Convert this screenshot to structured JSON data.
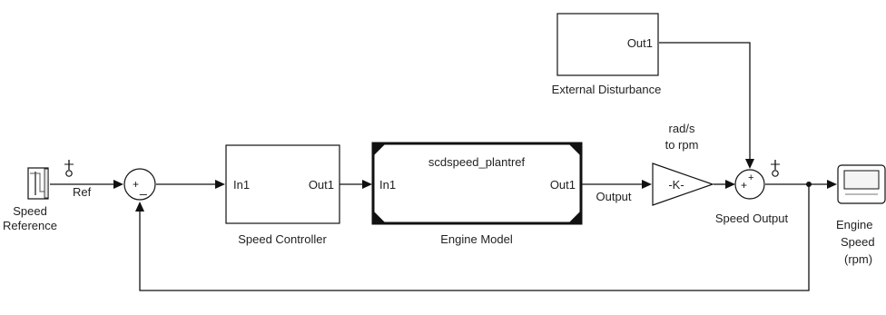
{
  "diagram": {
    "blocks": {
      "speed_reference": {
        "label_line1": "Speed",
        "label_line2": "Reference",
        "port_label": "Ref"
      },
      "sum_left": {
        "signs": "+-"
      },
      "speed_controller": {
        "label": "Speed Controller",
        "in_port": "In1",
        "out_port": "Out1"
      },
      "engine_model": {
        "label": "Engine Model",
        "title": "scdspeed_plantref",
        "in_port": "In1",
        "out_port": "Out1"
      },
      "gain": {
        "value": "-K-",
        "label_line1": "rad/s",
        "label_line2": "to rpm"
      },
      "external_disturbance": {
        "label": "External Disturbance",
        "out_port": "Out1"
      },
      "sum_right": {
        "signs": "++",
        "label": "Speed Output"
      },
      "scope": {
        "label_line1": "Engine",
        "label_line2": "Speed",
        "label_line3": "(rpm)"
      }
    },
    "signals": {
      "output_label": "Output"
    }
  }
}
